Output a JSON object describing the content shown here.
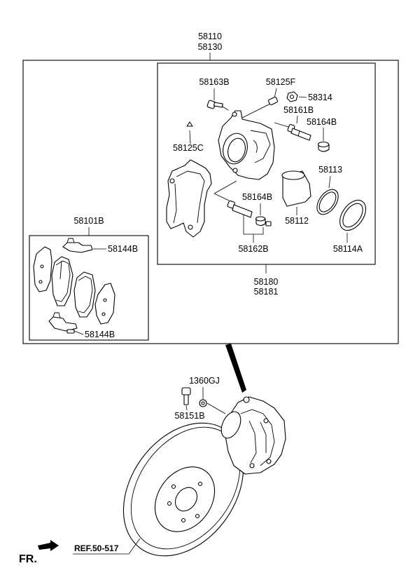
{
  "labels": {
    "assy_top_1": "58110",
    "assy_top_2": "58130",
    "bolt_58163B": "58163B",
    "boot_58125F": "58125F",
    "nut_58314": "58314",
    "pin_58161B": "58161B",
    "cap_58164B_upper": "58164B",
    "boot_58125C": "58125C",
    "seal_58113": "58113",
    "cap_58164B_lower": "58164B",
    "piston_58112": "58112",
    "ring_58114A": "58114A",
    "pin_58162B": "58162B",
    "caliper_58180": "58180",
    "caliper_58181": "58181",
    "padkit_58101B": "58101B",
    "clip_58144B_upper": "58144B",
    "clip_58144B_lower": "58144B",
    "bolt_1360GJ": "1360GJ",
    "bolt_58151B": "58151B",
    "ref_disc": "REF.50-517",
    "front": "FR."
  }
}
